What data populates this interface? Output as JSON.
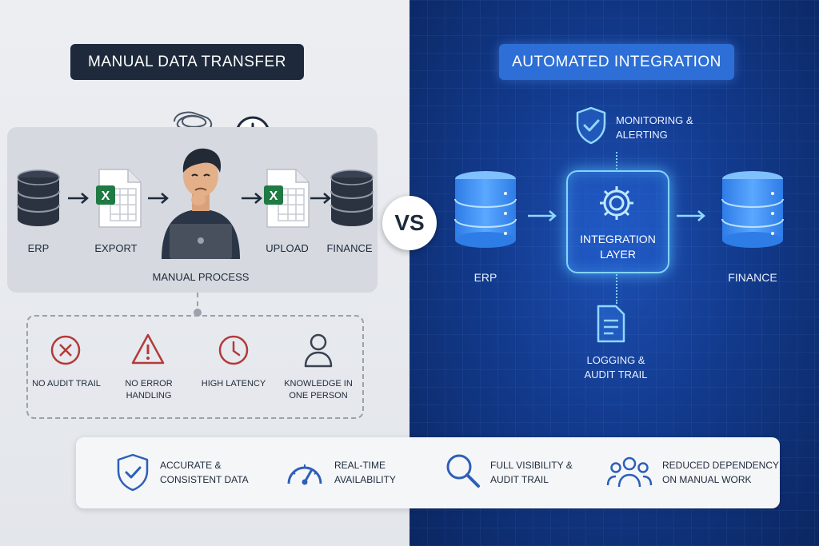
{
  "left": {
    "title": "MANUAL DATA TRANSFER",
    "flow": {
      "erp": "ERP",
      "export": "EXPORT",
      "upload": "UPLOAD",
      "finance": "FINANCE",
      "process": "MANUAL PROCESS"
    },
    "issues": [
      {
        "icon": "x-circle-icon",
        "label_line1": "NO AUDIT TRAIL",
        "label_line2": ""
      },
      {
        "icon": "warning-icon",
        "label_line1": "NO ERROR",
        "label_line2": "HANDLING"
      },
      {
        "icon": "clock-icon",
        "label_line1": "HIGH LATENCY",
        "label_line2": ""
      },
      {
        "icon": "person-icon",
        "label_line1": "KNOWLEDGE IN",
        "label_line2": "ONE PERSON"
      }
    ]
  },
  "vs": "VS",
  "right": {
    "title": "AUTOMATED INTEGRATION",
    "monitoring_line1": "MONITORING &",
    "monitoring_line2": "ALERTING",
    "erp": "ERP",
    "integration_line1": "INTEGRATION",
    "integration_line2": "LAYER",
    "finance": "FINANCE",
    "logging_line1": "LOGGING &",
    "logging_line2": "AUDIT TRAIL"
  },
  "benefits": [
    {
      "icon": "shield-check-icon",
      "line1": "ACCURATE &",
      "line2": "CONSISTENT DATA"
    },
    {
      "icon": "speedometer-icon",
      "line1": "REAL-TIME",
      "line2": "AVAILABILITY"
    },
    {
      "icon": "magnifier-icon",
      "line1": "FULL VISIBILITY &",
      "line2": "AUDIT TRAIL"
    },
    {
      "icon": "people-icon",
      "line1": "REDUCED DEPENDENCY",
      "line2": "ON MANUAL WORK"
    }
  ],
  "colors": {
    "dark_navy": "#1e2a3b",
    "accent_blue": "#2d6fd6",
    "glow_cyan": "#7fd4ff",
    "warning_red": "#b33a3a"
  }
}
